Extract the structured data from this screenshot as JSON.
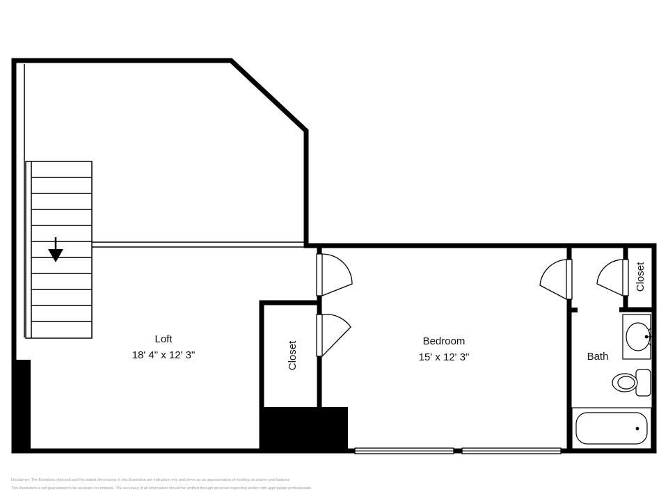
{
  "colors": {
    "wall": "#000000",
    "background": "#ffffff",
    "text": "#111111",
    "disclaimer_text": "#9a9a9a"
  },
  "rooms": {
    "loft": {
      "name": "Loft",
      "dimensions": "18' 4\" x 12' 3\""
    },
    "bedroom": {
      "name": "Bedroom",
      "dimensions": "15' x 12' 3\""
    },
    "bath": {
      "name": "Bath"
    },
    "closet_loft": {
      "name": "Closet"
    },
    "closet_bath": {
      "name": "Closet"
    }
  },
  "stairs": {
    "direction": "down",
    "icon": "arrow-down-icon"
  },
  "disclaimer": {
    "line1": "Disclaimer: The floorplans depicted and the stated dimensions in this illustration are indicative only and serve as an approximation of existing structures and features.",
    "line2": "This illustration is not guaranteed to be accurate or complete. The accuracy of all information should be verified through personal inspection and/or with appropriate professionals."
  }
}
